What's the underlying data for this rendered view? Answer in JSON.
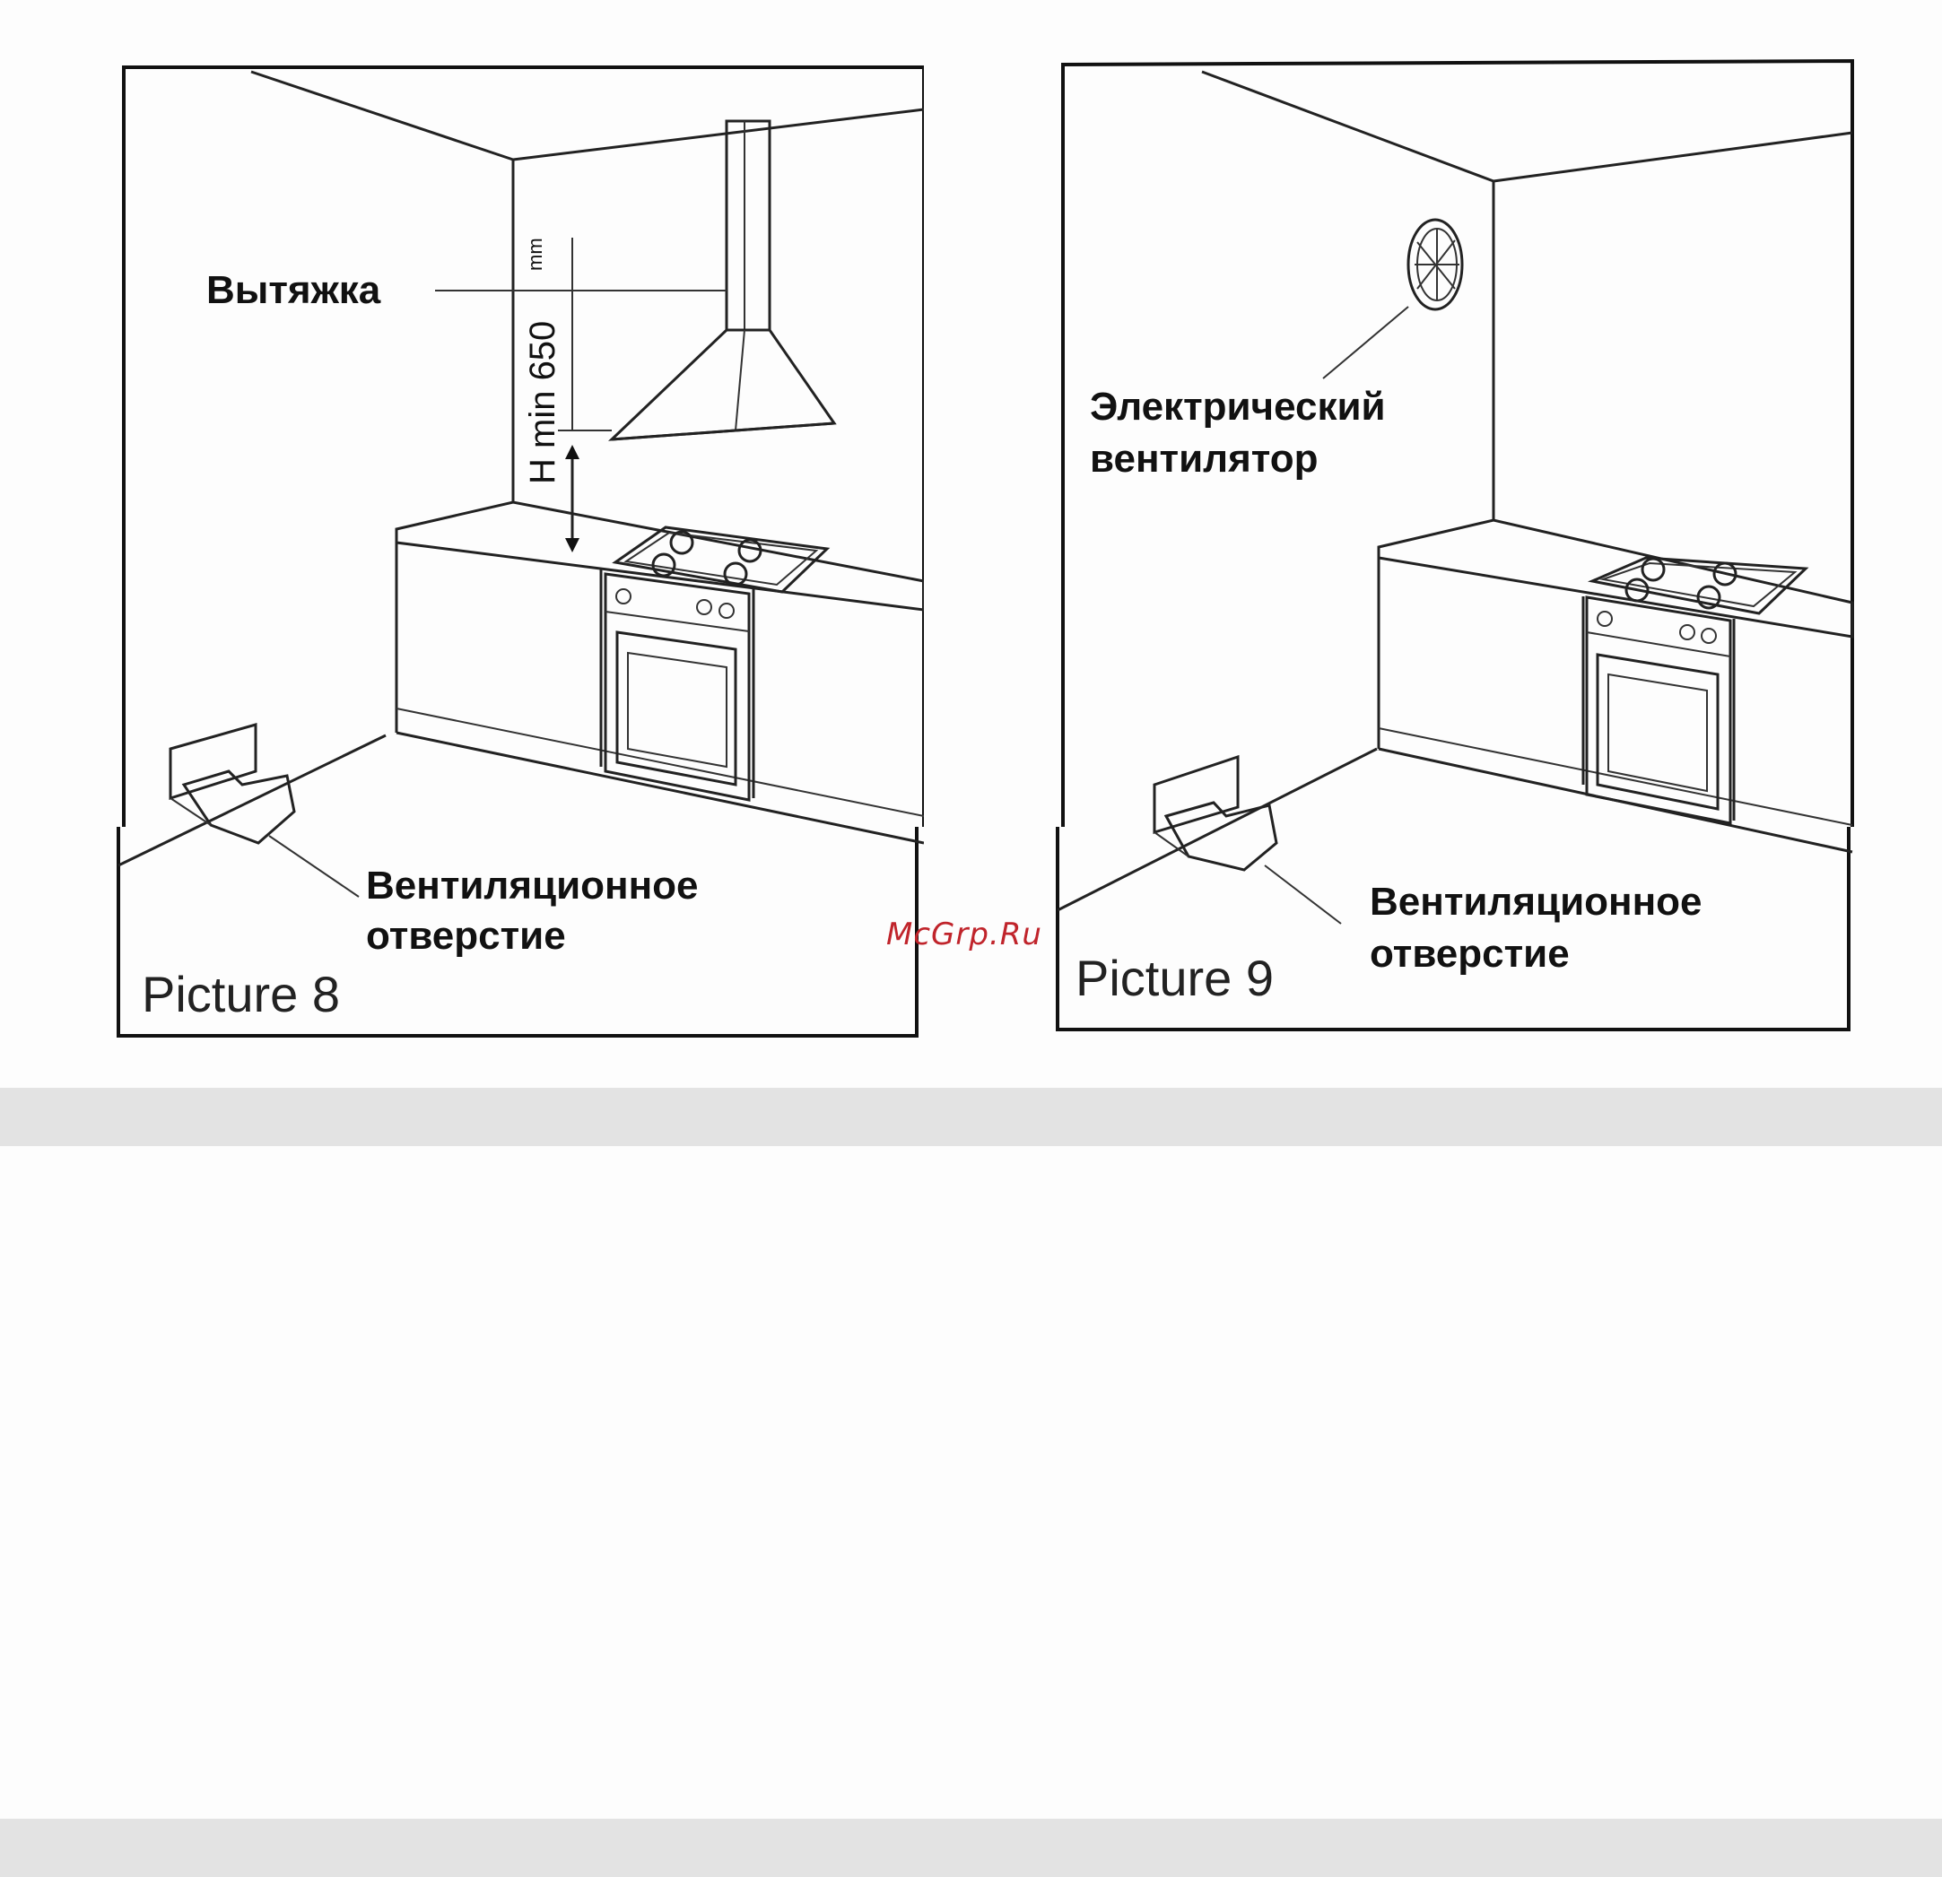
{
  "picture8": {
    "caption": "Picture 8",
    "hood_label": "Вытяжка",
    "dimension_label": "H min 650",
    "dimension_unit": "mm",
    "vent_label_line1": "Вентиляционное",
    "vent_label_line2": "отверстие"
  },
  "picture9": {
    "caption": "Picture 9",
    "fan_label_line1": "Электрический",
    "fan_label_line2": "вентилятор",
    "vent_label_line1": "Вентиляционное",
    "vent_label_line2": "отверстие"
  },
  "watermark": "McGrp.Ru",
  "icons": [
    "range-hood-icon",
    "electric-fan-icon",
    "vent-arrow-icon",
    "gas-hob-icon",
    "oven-icon"
  ]
}
